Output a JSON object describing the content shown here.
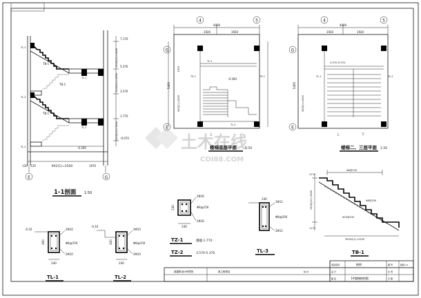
{
  "section": {
    "title": "1-1剖面",
    "scale": "1:50",
    "axis_left": "E",
    "axis_right": "G",
    "levels": [
      "7.170",
      "5.370",
      "3.570",
      "1.770",
      "-0.070",
      "-0.300"
    ],
    "flight_labels": [
      "TB-1",
      "TB-1",
      "TB-1"
    ],
    "landing_labels": [
      "TL-1",
      "TL-1",
      "TL-1",
      "TL-2",
      "TL-2"
    ],
    "dim_bottom": "9X2(1)=2500",
    "dim_left_small": "120",
    "dim_left_small2": "120",
    "dim_right_bottom": "1970",
    "vert_dims": [
      "150X(12)=1800",
      "150X(12)=1800",
      "150X(12)=1800"
    ],
    "ground_label": "-0.300"
  },
  "plan_ground": {
    "title": "楼梯底层平面",
    "scale": "1:50",
    "axis_top": [
      "4",
      "5"
    ],
    "axis_side": [
      "G",
      "E"
    ],
    "dim_total": "4000",
    "dim_parts": [
      "1920",
      "1920"
    ],
    "dim_side": "5400",
    "dim_side_inner": "9X2(2)=2000",
    "dim_side_small": "1970",
    "level": "-0.300",
    "labels": [
      "TZ-1",
      "TZ-1",
      "TL-1",
      "TL-2",
      "上"
    ]
  },
  "plan_upper": {
    "title": "楼梯二、三层平面",
    "scale": "1:50",
    "axis_top": [
      "4",
      "5"
    ],
    "axis_side": [
      "G",
      "E"
    ],
    "dim_total": "4000",
    "dim_parts": [
      "1920",
      "1920"
    ],
    "dim_side": "5400",
    "dim_side_inner": "9X2(2)=2000",
    "level": "3.570 /5.370",
    "labels": [
      "TL-1",
      "TL-2",
      "上",
      "下"
    ]
  },
  "tz_detail": {
    "title1": "TZ-1",
    "note1": "基础-1.770",
    "title2": "TZ-2",
    "note2": "3.570-5.370",
    "dims": [
      "240",
      "240"
    ],
    "rebar": [
      "2Φ16",
      "2Φ16",
      "Φ8@150"
    ]
  },
  "tl3_detail": {
    "title": "TL-3",
    "dims": [
      "240"
    ],
    "rebar": [
      "2Φ12",
      "2Φ12",
      "Φ8@200"
    ]
  },
  "tl1_detail": {
    "title": "TL-1",
    "dims": [
      "400",
      "240"
    ],
    "level": "-0.10",
    "rebar": [
      "2Φ10",
      "2Φ10",
      "Φ8@150"
    ]
  },
  "tl2_detail": {
    "title": "TL-2",
    "dims": [
      "400",
      "240"
    ],
    "level": "-0.10",
    "rebar": [
      "2Φ10",
      "2Φ10",
      "Φ8@150"
    ]
  },
  "tb_detail": {
    "title": "TB-1",
    "dims": [
      "2170",
      "1170",
      "300X2(1)=2500",
      "150X(12)=1800"
    ],
    "rebar": [
      "Φ8@150",
      "Φ8@200",
      "Φ10@150"
    ]
  },
  "title_block": {
    "company": "某建筑设计研究院",
    "project": "某工程项目",
    "drawing_name": "1#楼梯结构图",
    "drawing_type": "结构",
    "sheet_no": "结施-14",
    "label_project": "项目名称",
    "label_design": "设 计",
    "label_check": "校 对",
    "label_drawing": "图 名",
    "label_no": "图 号",
    "label_date": "日 期",
    "label_scale": "比 例"
  },
  "watermark": {
    "cn": "土木在线",
    "en": "COI88.COM"
  }
}
